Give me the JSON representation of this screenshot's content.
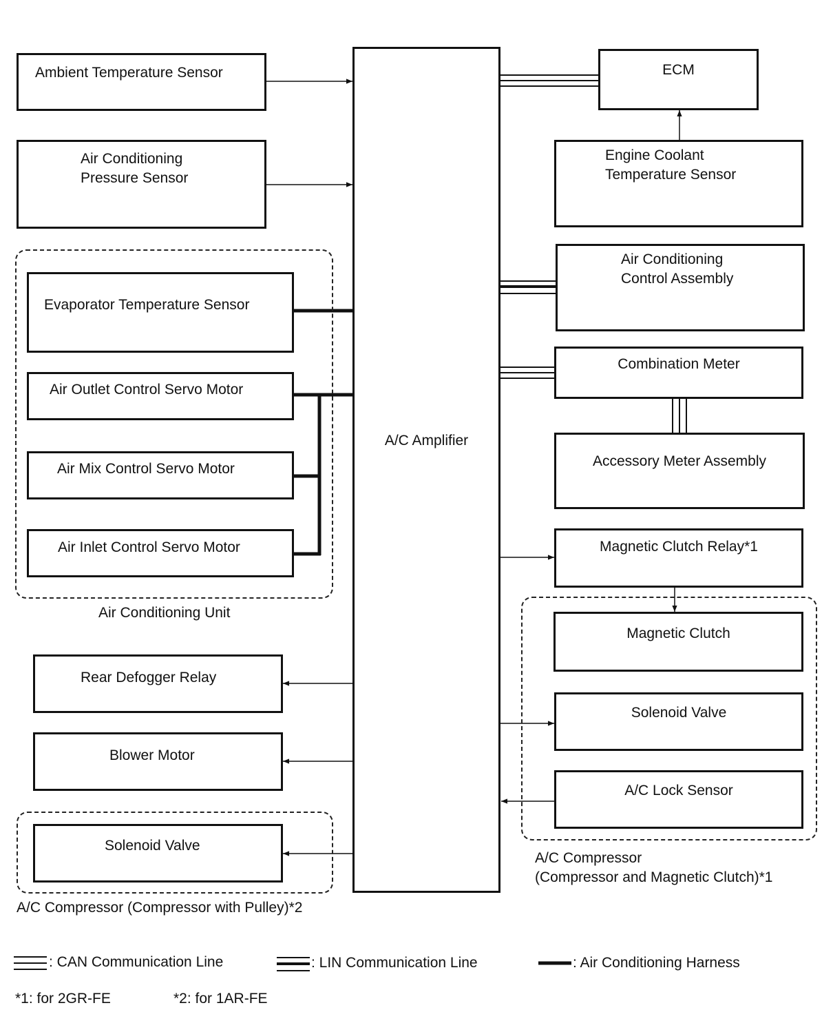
{
  "center": {
    "amplifier": "A/C Amplifier"
  },
  "left": {
    "ambient_temp_sensor": "Ambient Temperature Sensor",
    "ac_pressure_sensor_line1": "Air Conditioning",
    "ac_pressure_sensor_line2": "Pressure Sensor",
    "evaporator_temp_sensor": "Evaporator Temperature Sensor",
    "air_outlet_servo": "Air Outlet Control Servo Motor",
    "air_mix_servo": "Air Mix Control Servo Motor",
    "air_inlet_servo": "Air Inlet Control Servo Motor",
    "ac_unit_group": "Air Conditioning Unit",
    "rear_defogger_relay": "Rear Defogger Relay",
    "blower_motor": "Blower Motor",
    "solenoid_valve": "Solenoid Valve",
    "compressor_pulley_group": "A/C Compressor (Compressor with Pulley)*2"
  },
  "right": {
    "ecm": "ECM",
    "engine_coolant_line1": "Engine Coolant",
    "engine_coolant_line2": "Temperature Sensor",
    "ac_control_line1": "Air Conditioning",
    "ac_control_line2": "Control Assembly",
    "combination_meter": "Combination Meter",
    "accessory_meter": "Accessory Meter Assembly",
    "magnetic_clutch_relay": "Magnetic Clutch Relay*1",
    "magnetic_clutch": "Magnetic Clutch",
    "solenoid_valve": "Solenoid Valve",
    "lock_sensor": "A/C Lock Sensor",
    "compressor_group_line1": "A/C Compressor",
    "compressor_group_line2": "(Compressor and Magnetic Clutch)*1"
  },
  "legend": {
    "can": ": CAN Communication Line",
    "lin": ": LIN Communication Line",
    "harness": ": Air Conditioning Harness"
  },
  "notes": {
    "note1": "*1: for 2GR-FE",
    "note2": "*2: for 1AR-FE"
  }
}
